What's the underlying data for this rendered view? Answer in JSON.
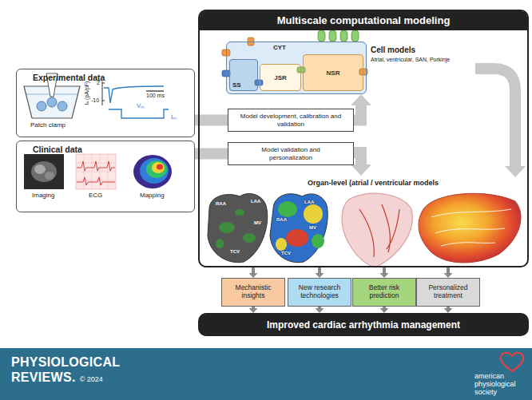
{
  "diagram": {
    "nodes": [
      {
        "text": [
          "Multiscale computational modeling"
        ]
      },
      {
        "text": [
          "Experimental data"
        ]
      },
      {
        "text": [
          "Clinical data"
        ]
      },
      {
        "text": [
          "Model development, calibration and validation"
        ],
        "in": 0
      },
      {
        "text": [
          "Model validation and personalization"
        ],
        "in": 0
      },
      {
        "text": [
          "CYT"
        ],
        "in": 0
      },
      {
        "text": [
          "SS"
        ],
        "in": 5
      },
      {
        "text": [
          "JSR"
        ],
        "in": 5
      },
      {
        "text": [
          "NSR"
        ],
        "in": 5
      },
      {
        "text": [
          "Mechanistic insights"
        ]
      },
      {
        "text": [
          "New research technologies"
        ]
      },
      {
        "text": [
          "Better risk prediction"
        ]
      },
      {
        "text": [
          "Personalized treatment"
        ]
      },
      {
        "text": [
          "Improved cardiac arrhythmia management"
        ]
      },
      {
        "text": [
          "PHYSIOLOGICAL REVIEWS.",
          "© 2024",
          "american physiological society"
        ]
      }
    ],
    "edges": [
      {
        "from": 1,
        "to": 3,
        "arrow": "none"
      },
      {
        "from": 3,
        "to": 5,
        "arrow": "to"
      },
      {
        "from": 2,
        "to": 4,
        "arrow": "none"
      },
      {
        "from": 0,
        "to": 9,
        "arrow": "to"
      },
      {
        "from": 0,
        "to": 10,
        "arrow": "to"
      },
      {
        "from": 0,
        "to": 11,
        "arrow": "to"
      },
      {
        "from": 0,
        "to": 12,
        "arrow": "to"
      },
      {
        "from": 9,
        "to": 13,
        "arrow": "to"
      },
      {
        "from": 10,
        "to": 13,
        "arrow": "to"
      },
      {
        "from": 11,
        "to": 13,
        "arrow": "to"
      },
      {
        "from": 12,
        "to": 13,
        "arrow": "to"
      }
    ],
    "labels": [
      "Patch clamp",
      "Iₐ (pA/pF)",
      "2",
      "-10",
      "100 ms",
      "Vₘ",
      "Iₘ",
      "Imaging",
      "ECG",
      "Mapping",
      "Cell models",
      "Atrial, ventricular, SAN, Purkinje",
      "Organ-level (atrial / ventricular models",
      "RAA",
      "LAA",
      "MV",
      "TCV",
      "LAA",
      "RAA",
      "MV",
      "TCV"
    ]
  }
}
